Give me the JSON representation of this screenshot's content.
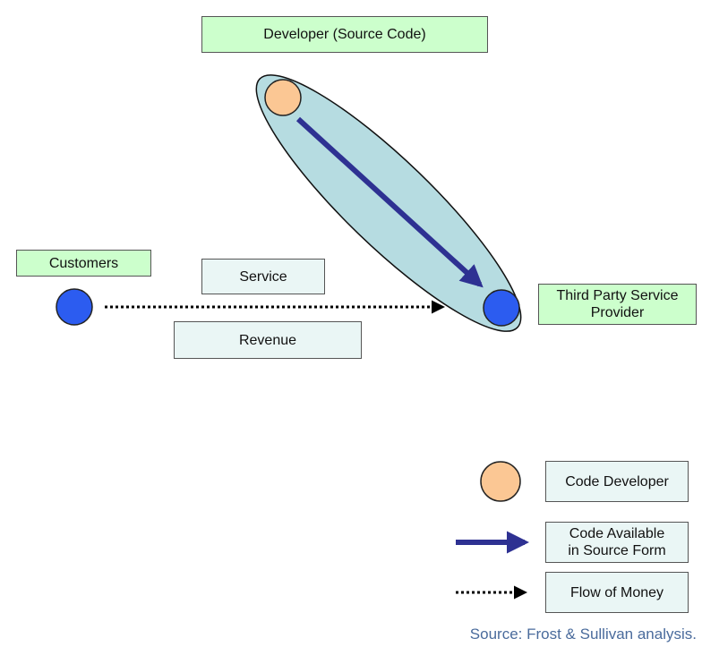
{
  "labels": {
    "developer": "Developer (Source Code)",
    "customers": "Customers",
    "service": "Service",
    "revenue": "Revenue",
    "third_party": "Third Party Service\nProvider"
  },
  "legend": {
    "code_developer": "Code Developer",
    "code_available": "Code Available\nin Source Form",
    "flow_of_money": "Flow of Money"
  },
  "source": "Source: Frost & Sullivan analysis.",
  "colors": {
    "label_green": "#ccffcc",
    "label_pale": "#eaf6f5",
    "ellipse_fill": "#b6dce1",
    "developer_node": "#fbc794",
    "node_blue": "#2c5cf0",
    "arrow_navy": "#2e3192",
    "source_text": "#4a6b9c"
  }
}
